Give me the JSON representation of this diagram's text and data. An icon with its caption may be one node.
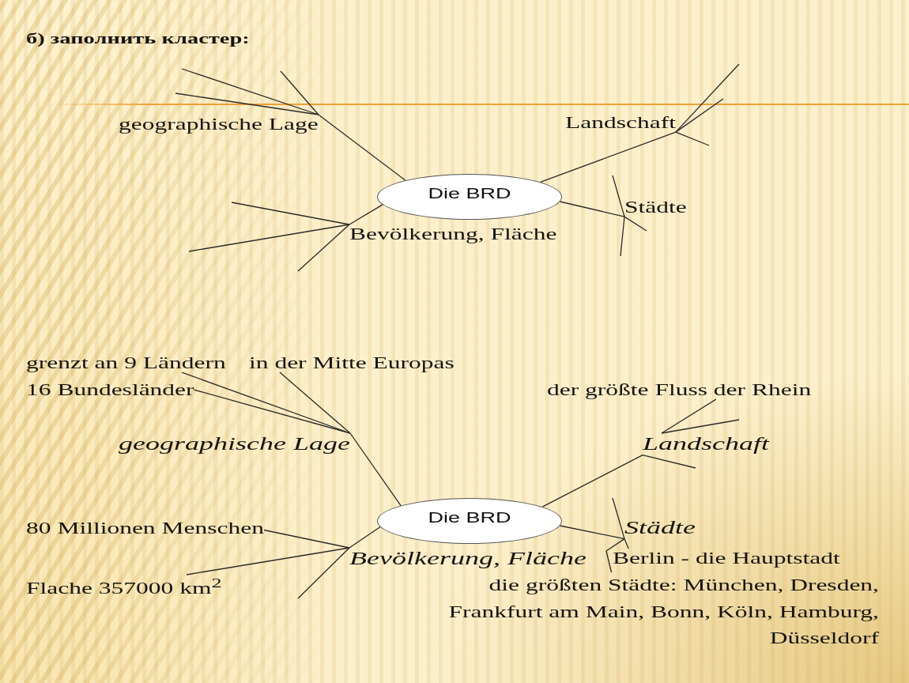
{
  "diagram": {
    "title": "б) заполнить кластер:",
    "nodes": [
      {
        "text": [
          "geographische Lage"
        ]
      },
      {
        "text": [
          "Landschaft"
        ]
      },
      {
        "text": [
          "Die BRD"
        ]
      },
      {
        "text": [
          "Städte"
        ]
      },
      {
        "text": [
          "Bevölkerung, Fläche"
        ]
      },
      {
        "text": [
          "grenzt an 9 Ländern"
        ]
      },
      {
        "text": [
          "in der Mitte Europas"
        ]
      },
      {
        "text": [
          "16 Bundesländer"
        ]
      },
      {
        "text": [
          "der größte Fluss der Rhein"
        ]
      },
      {
        "text": [
          "geographische Lage"
        ]
      },
      {
        "text": [
          "Landschaft"
        ]
      },
      {
        "text": [
          "80 Millionen Menschen"
        ]
      },
      {
        "text": [
          "Die BRD"
        ]
      },
      {
        "text": [
          "Städte"
        ]
      },
      {
        "text": [
          "Bevölkerung, Fläche"
        ]
      },
      {
        "text": [
          "Berlin - die Hauptstadt"
        ]
      },
      {
        "text": [
          "Flache 357000 km$^{2}$"
        ]
      },
      {
        "text": [
          "die größten Städte: München, Dresden, Frankfurt am Main, Bonn, Köln, Hamburg, Düsseldorf"
        ]
      }
    ],
    "edges": [
      {
        "from": 2,
        "to": 0,
        "arrow": "none"
      },
      {
        "from": 0,
        "to": null,
        "arrow": "none"
      },
      {
        "from": 0,
        "to": null,
        "arrow": "none"
      },
      {
        "from": 0,
        "to": null,
        "arrow": "none"
      },
      {
        "from": 2,
        "to": 1,
        "arrow": "none"
      },
      {
        "from": 1,
        "to": null,
        "arrow": "none"
      },
      {
        "from": 1,
        "to": null,
        "arrow": "none"
      },
      {
        "from": 1,
        "to": null,
        "arrow": "none"
      },
      {
        "from": 2,
        "to": 3,
        "arrow": "none"
      },
      {
        "from": 3,
        "to": null,
        "arrow": "none"
      },
      {
        "from": 3,
        "to": null,
        "arrow": "none"
      },
      {
        "from": 3,
        "to": null,
        "arrow": "none"
      },
      {
        "from": 2,
        "to": 4,
        "arrow": "none"
      },
      {
        "from": 4,
        "to": null,
        "arrow": "none"
      },
      {
        "from": 4,
        "to": null,
        "arrow": "none"
      },
      {
        "from": 4,
        "to": null,
        "arrow": "none"
      },
      {
        "from": 12,
        "to": 9,
        "arrow": "none"
      },
      {
        "from": 9,
        "to": 5,
        "arrow": "none"
      },
      {
        "from": 9,
        "to": 6,
        "arrow": "none"
      },
      {
        "from": 9,
        "to": 7,
        "arrow": "none"
      },
      {
        "from": 12,
        "to": 10,
        "arrow": "none"
      },
      {
        "from": 10,
        "to": 8,
        "arrow": "none"
      },
      {
        "from": 10,
        "to": null,
        "arrow": "none"
      },
      {
        "from": 10,
        "to": null,
        "arrow": "none"
      },
      {
        "from": 12,
        "to": 13,
        "arrow": "none"
      },
      {
        "from": 13,
        "to": null,
        "arrow": "none"
      },
      {
        "from": 13,
        "to": 15,
        "arrow": "none"
      },
      {
        "from": 13,
        "to": 17,
        "arrow": "none"
      },
      {
        "from": 12,
        "to": 14,
        "arrow": "none"
      },
      {
        "from": 14,
        "to": 11,
        "arrow": "none"
      },
      {
        "from": 14,
        "to": 16,
        "arrow": "none"
      },
      {
        "from": 14,
        "to": null,
        "arrow": "none"
      }
    ]
  }
}
